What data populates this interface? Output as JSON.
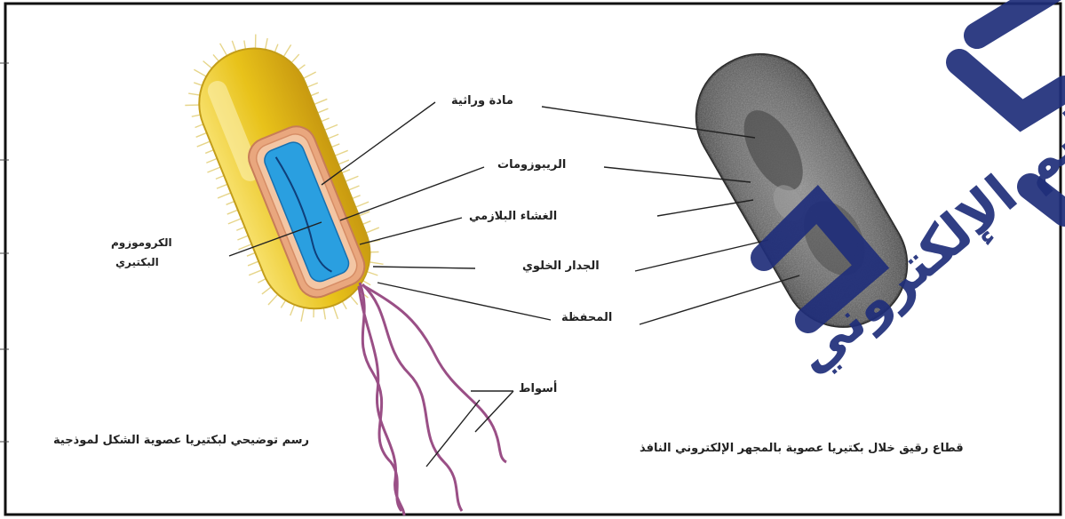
{
  "labels": {
    "cytoplasm": "مادة وراثية",
    "ribosomes": "الريبوزومات",
    "plasma_membrane": "الغشاء البلازمي",
    "chromosome_line1": "الكروموزوم",
    "chromosome_line2": "البكتيري",
    "cell_wall": "الجدار الخلوي",
    "capsule": "المحفظة",
    "flagella": "أسواط"
  },
  "captions": {
    "left": "رسم توضيحي لبكتيريا عصوية الشكل لموذجية",
    "right": "قطاع رقيق خلال بكتيريا عصوية بالمجهر الإلكتروني النافذ"
  },
  "watermark": {
    "text": "التعليم الإلكتروني",
    "color": "#1f2e7a"
  },
  "colors": {
    "capsule": "#e8c21a",
    "cell_wall": "#e9a77e",
    "membrane": "#f3c6a4",
    "chromosome": "#2a9fe0",
    "flagella": "#9a4f86",
    "micrograph": "#6e6e6e"
  }
}
